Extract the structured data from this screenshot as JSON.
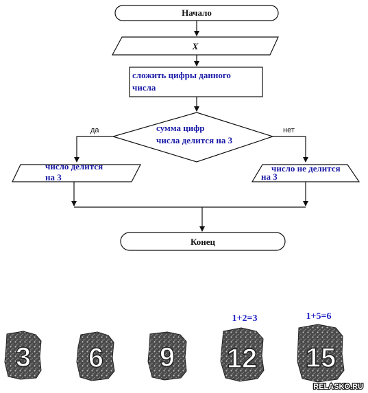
{
  "flowchart": {
    "start": "Начало",
    "input": "X",
    "process_line1": "сложить цифры данного",
    "process_line2": "числа",
    "decision_line1": "сумма цифр",
    "decision_line2": "числа делится на 3",
    "yes_label": "да",
    "no_label": "нет",
    "yes_output_line1": "число делится",
    "yes_output_line2": "на 3",
    "no_output_line1": "число не делится",
    "no_output_line2": "на 3",
    "end": "Конец"
  },
  "examples": [
    {
      "number": "3",
      "equation": ""
    },
    {
      "number": "6",
      "equation": ""
    },
    {
      "number": "9",
      "equation": ""
    },
    {
      "number": "12",
      "equation": "1+2=3"
    },
    {
      "number": "15",
      "equation": "1+5=6"
    }
  ],
  "watermark": "RELASKO.RU",
  "colors": {
    "blue_text": "#1a1aa8",
    "equation_blue": "#2424c8",
    "tile_dark": "#555555"
  }
}
